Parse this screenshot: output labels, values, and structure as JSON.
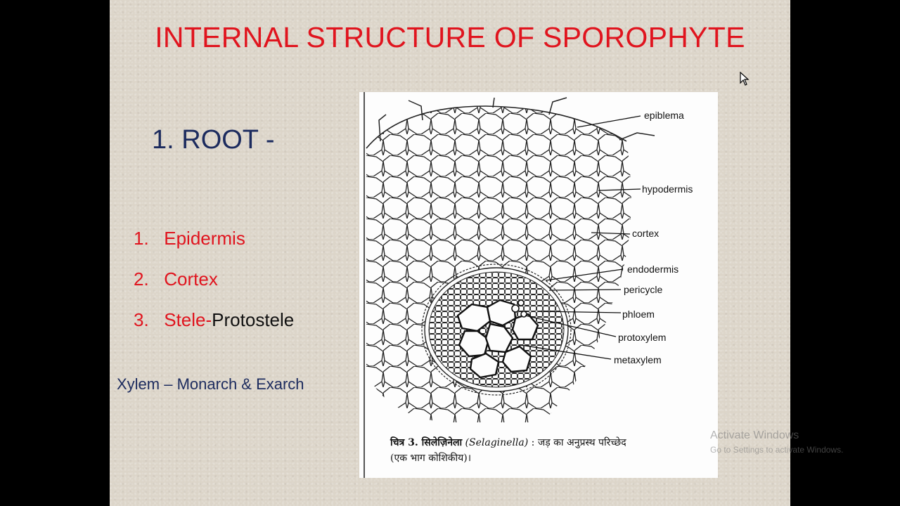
{
  "slide": {
    "title": "INTERNAL STRUCTURE OF SPOROPHYTE",
    "root_heading": "1. ROOT -",
    "parts": [
      {
        "num": "1.",
        "label": "Epidermis",
        "suffix": ""
      },
      {
        "num": "2.",
        "label": "Cortex",
        "suffix": ""
      },
      {
        "num": "3.",
        "label": "Stele",
        "sep": "-",
        "suffix": "Protostele"
      }
    ],
    "xylem_note": "Xylem – Monarch & Exarch"
  },
  "figure": {
    "labels": {
      "epiblema": "epiblema",
      "hypodermis": "hypodermis",
      "cortex": "cortex",
      "endodermis": "endodermis",
      "pericycle": "pericycle",
      "phloem": "phloem",
      "protoxylem": "protoxylem",
      "metaxylem": "metaxylem"
    },
    "caption_prefix": "चित्र 3. सिलेज़िनेला",
    "caption_latin": "(Selaginella)",
    "caption_suffix": ": जड़ का अनुप्रस्थ परिच्छेद",
    "caption_line2": "(एक भाग कोशिकीय)।"
  },
  "watermark": {
    "line1": "Activate Windows",
    "line2": "Go to Settings to activate Windows."
  },
  "colors": {
    "title": "#e0141e",
    "heading": "#1c2b5e",
    "background": "#dcd5c9"
  }
}
